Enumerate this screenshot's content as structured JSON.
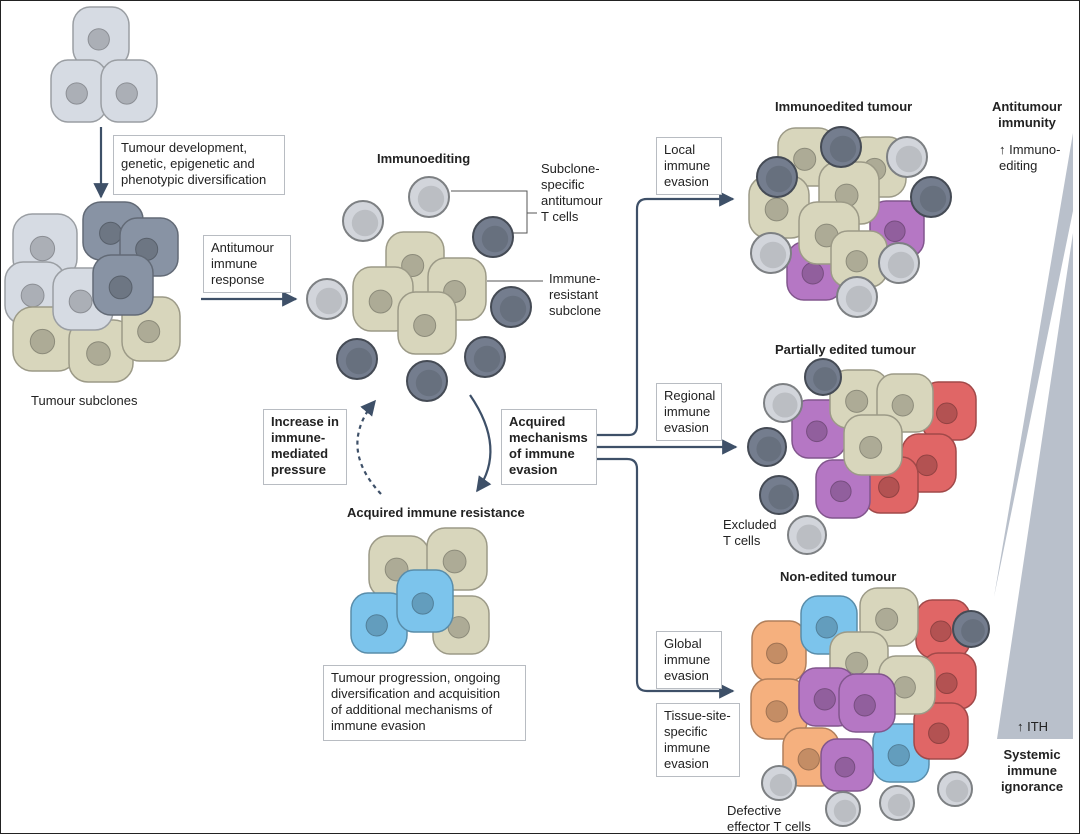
{
  "left": {
    "development_box": "Tumour development,\ngenetic, epigenetic and\nphenotypic diversification",
    "subclones_label": "Tumour subclones",
    "response_box": "Antitumour\nimmune\nresponse"
  },
  "center": {
    "immunoediting_title": "Immunoediting",
    "tcells_label": "Subclone-\nspecific\nantitumour\nT cells",
    "resistant_label": "Immune-\nresistant\nsubclone",
    "pressure_box": "Increase in\nimmune-\nmediated\npressure",
    "acquired_box": "Acquired\nmechanisms\nof immune\nevasion",
    "resistance_title": "Acquired immune resistance",
    "progression_box": "Tumour progression, ongoing\ndiversification and acquisition\nof additional mechanisms of\nimmune evasion"
  },
  "right": {
    "edited_title": "Immunoedited tumour",
    "local_box": "Local\nimmune\nevasion",
    "partial_title": "Partially edited tumour",
    "regional_box": "Regional\nimmune\nevasion",
    "excluded_label": "Excluded\nT cells",
    "nonedited_title": "Non-edited tumour",
    "global_box": "Global\nimmune\nevasion",
    "tissue_box": "Tissue-site-\nspecific\nimmune\nevasion",
    "defective_label": "Defective\neffector T cells"
  },
  "gradient": {
    "top_title": "Antitumour\nimmunity",
    "top_note": "↑ Immuno-\nediting",
    "bottom_note": "↑ ITH",
    "bottom_title": "Systemic\nimmune\nignorance"
  },
  "colors": {
    "arrow": "#3e5068",
    "wedge": "#b9c0cb",
    "grey_cell": "#d6dbe3",
    "dark_cell": "#8893a4",
    "olive_cell": "#d8d6bc",
    "purple_cell": "#b577c4",
    "red_cell": "#e06666",
    "orange_cell": "#f5b07e",
    "blue_cell": "#7cc4ec",
    "tcell_light": "#e4e8ee",
    "tcell_dark": "#7e889a"
  }
}
